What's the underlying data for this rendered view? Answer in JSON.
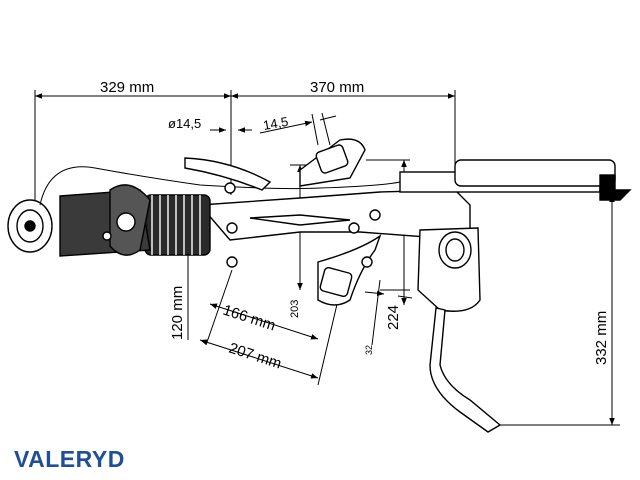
{
  "brand": {
    "name": "VALERYD",
    "color": "#1f4e9a"
  },
  "dimensions": {
    "d_329": "329 mm",
    "d_370": "370 mm",
    "d_dia145": "ø14,5",
    "d_145": "14,5",
    "d_203": "203",
    "d_224": "224",
    "d_166": "166 mm",
    "d_207": "207 mm",
    "d_120": "120 mm",
    "d_32": "32",
    "d_332": "332 mm"
  }
}
